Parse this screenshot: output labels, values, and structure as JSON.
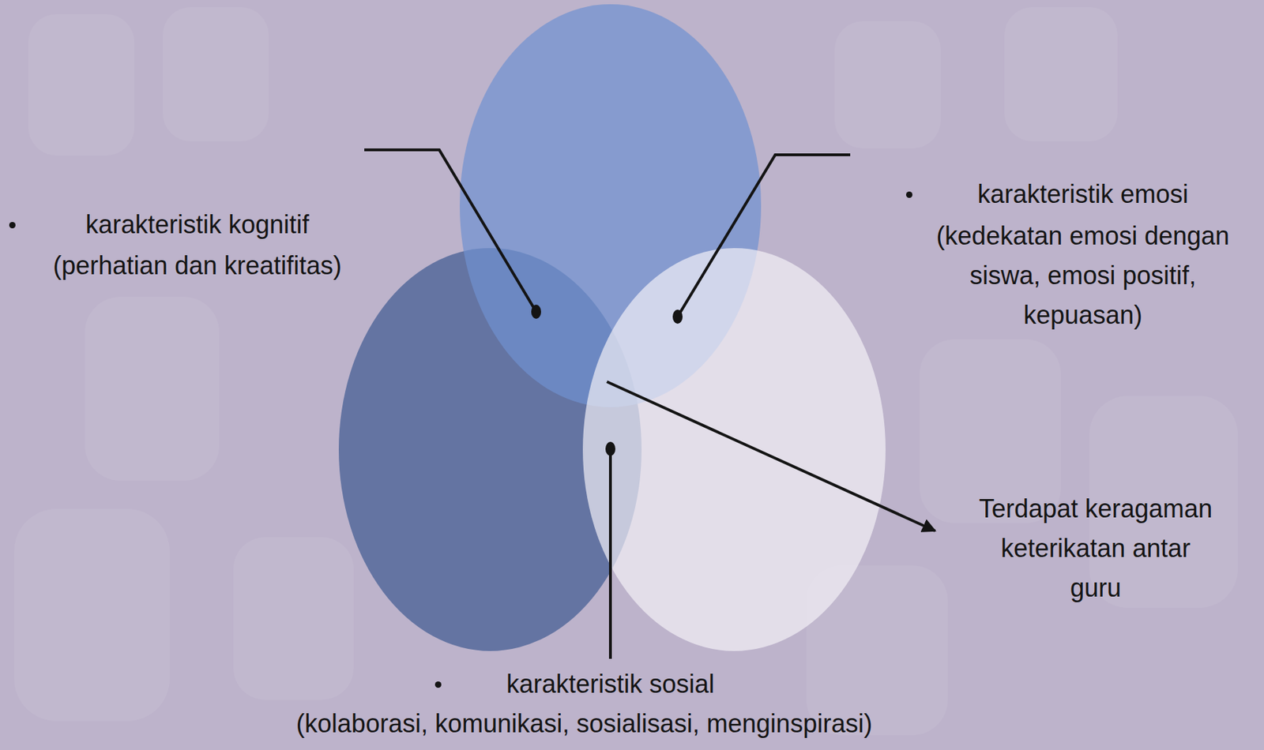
{
  "diagram": {
    "labels": [
      "karakteristik kognitif",
      "(perhatian dan kreatifitas)",
      "karakteristik emosi",
      "(kedekatan emosi dengan siswa, emosi positif, kepuasan)",
      "karakteristik sosial",
      "(kolaborasi, komunikasi, sosialisasi, menginspirasi)",
      "Terdapat keragaman keterikatan antar guru"
    ]
  }
}
